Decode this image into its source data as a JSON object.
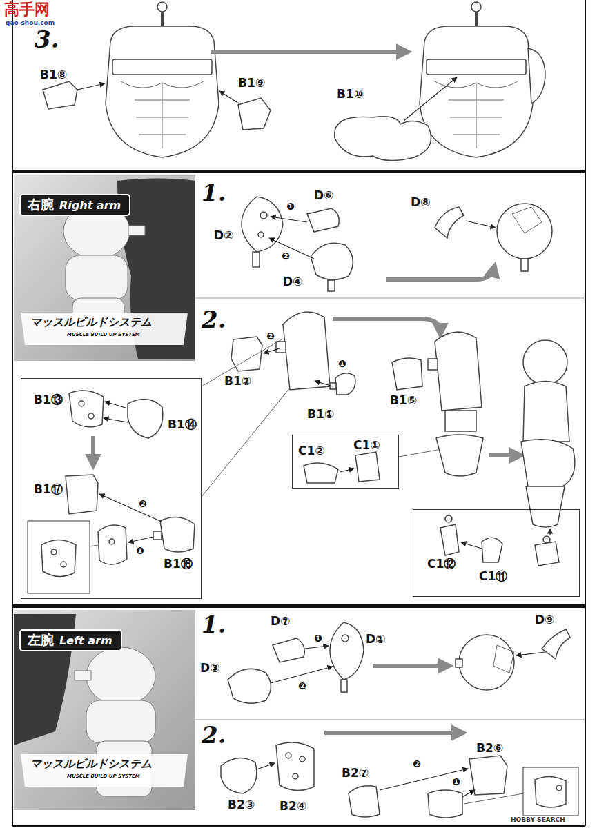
{
  "diagram": {
    "nodes": [
      {
        "text": [
          "右腕",
          "Right arm"
        ]
      },
      {
        "text": [
          "B1⑬",
          "B1⑭",
          "B1⑰",
          "B1⑯",
          "❷",
          "❶"
        ]
      },
      {
        "text": [
          "C1②",
          "C1①"
        ]
      },
      {
        "text": [
          "C1⑫",
          "C1⑪"
        ]
      },
      {
        "text": [
          "左腕",
          "Left arm"
        ]
      }
    ],
    "labels": [
      "高手网",
      "gao-shou.com",
      "3.",
      "B1⑧",
      "B1⑨",
      "B1⑩",
      "1.",
      "D⑥",
      "D②",
      "❶",
      "❷",
      "D④",
      "D⑧",
      "マッスルビルドシステム",
      "MUSCLE BUILD UP SYSTEM",
      "2.",
      "B1②",
      "❷",
      "❶",
      "B1①",
      "B1⑤",
      "1.",
      "D⑦",
      "D①",
      "❶",
      "❷",
      "D③",
      "D⑨",
      "マッスルビルドシステム",
      "MUSCLE BUILD UP SYSTEM",
      "2.",
      "B2③",
      "B2④",
      "B2⑥",
      "B2⑦",
      "❷",
      "❶",
      "HOBBY SEARCH"
    ]
  }
}
